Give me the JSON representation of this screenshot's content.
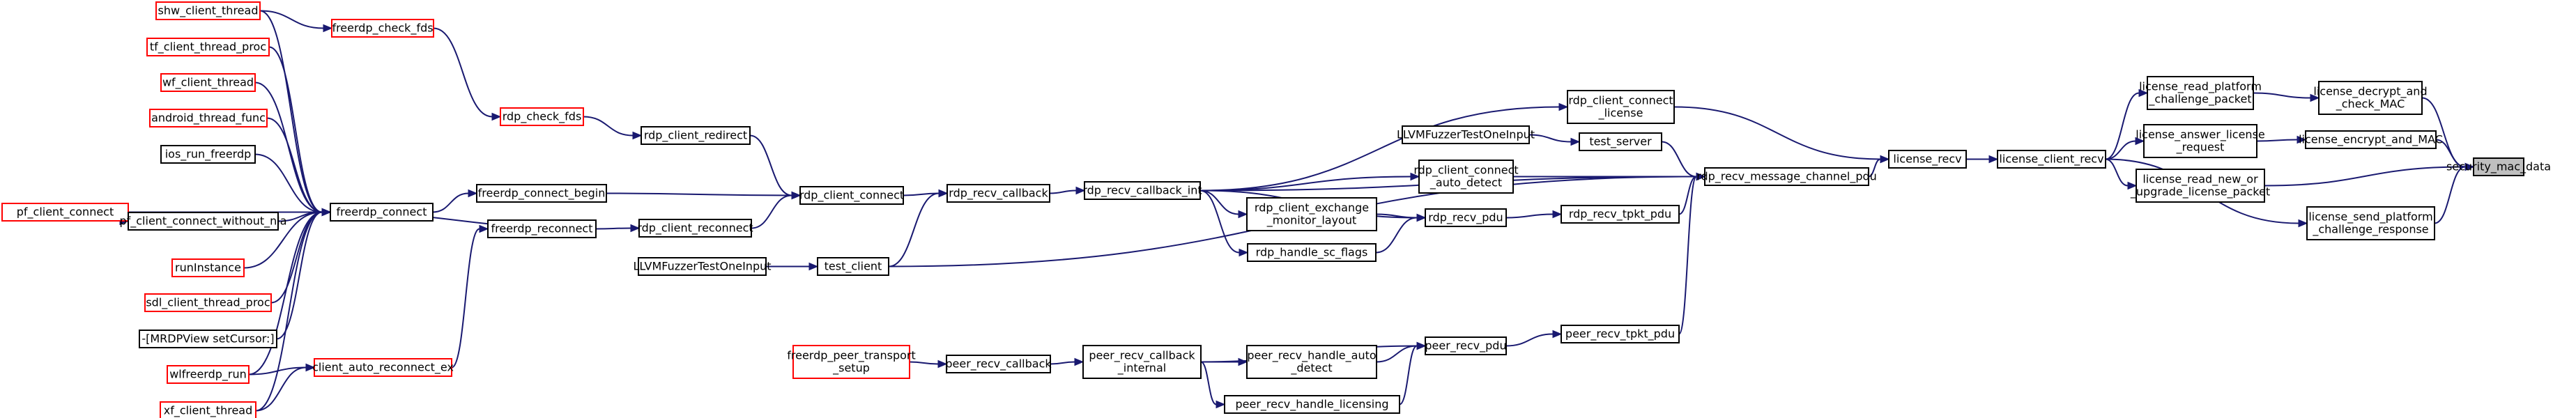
{
  "title": "",
  "colors": {
    "edge": "#191970",
    "node_border": "#000000",
    "truncated_border": "#ff0000",
    "target_fill": "#bfbfbf"
  },
  "nodes": [
    {
      "id": "security_mac_data",
      "label": [
        "security_mac_data"
      ],
      "style": "target"
    },
    {
      "id": "license_decrypt_and_check_MAC",
      "label": [
        "license_decrypt_and",
        "_check_MAC"
      ],
      "style": "normal"
    },
    {
      "id": "license_encrypt_and_MAC",
      "label": [
        "license_encrypt_and_MAC"
      ],
      "style": "normal"
    },
    {
      "id": "license_read_new_or_upgrade",
      "label": [
        "license_read_new_or",
        "_upgrade_license_packet"
      ],
      "style": "normal"
    },
    {
      "id": "license_send_platform",
      "label": [
        "license_send_platform",
        "_challenge_response"
      ],
      "style": "normal"
    },
    {
      "id": "license_read_platform",
      "label": [
        "license_read_platform",
        "_challenge_packet"
      ],
      "style": "normal"
    },
    {
      "id": "license_answer",
      "label": [
        "license_answer_license",
        "_request"
      ],
      "style": "normal"
    },
    {
      "id": "license_client_recv",
      "label": [
        "license_client_recv"
      ],
      "style": "normal"
    },
    {
      "id": "license_recv",
      "label": [
        "license_recv"
      ],
      "style": "normal"
    },
    {
      "id": "rdp_recv_message_channel_pdu",
      "label": [
        "rdp_recv_message_channel_pdu"
      ],
      "style": "normal"
    },
    {
      "id": "rdp_client_connect_license",
      "label": [
        "rdp_client_connect",
        "_license"
      ],
      "style": "normal"
    },
    {
      "id": "test_server",
      "label": [
        "test_server"
      ],
      "style": "normal"
    },
    {
      "id": "llvm_fuzzer_1",
      "label": [
        "LLVMFuzzerTestOneInput"
      ],
      "style": "normal"
    },
    {
      "id": "rdp_client_connect_auto_detect",
      "label": [
        "rdp_client_connect",
        "_auto_detect"
      ],
      "style": "normal"
    },
    {
      "id": "rdp_recv_tpkt_pdu",
      "label": [
        "rdp_recv_tpkt_pdu"
      ],
      "style": "normal"
    },
    {
      "id": "rdp_recv_pdu",
      "label": [
        "rdp_recv_pdu"
      ],
      "style": "normal"
    },
    {
      "id": "rdp_client_exchange",
      "label": [
        "rdp_client_exchange",
        "_monitor_layout"
      ],
      "style": "normal"
    },
    {
      "id": "rdp_handle_sc_flags",
      "label": [
        "rdp_handle_sc_flags"
      ],
      "style": "normal"
    },
    {
      "id": "rdp_recv_callback_int",
      "label": [
        "rdp_recv_callback_int"
      ],
      "style": "normal"
    },
    {
      "id": "rdp_recv_callback",
      "label": [
        "rdp_recv_callback"
      ],
      "style": "normal"
    },
    {
      "id": "rdp_client_connect",
      "label": [
        "rdp_client_connect"
      ],
      "style": "normal"
    },
    {
      "id": "rdp_client_redirect",
      "label": [
        "rdp_client_redirect"
      ],
      "style": "normal"
    },
    {
      "id": "rdp_client_reconnect",
      "label": [
        "rdp_client_reconnect"
      ],
      "style": "normal"
    },
    {
      "id": "rdp_check_fds",
      "label": [
        "rdp_check_fds"
      ],
      "style": "red"
    },
    {
      "id": "freerdp_check_fds",
      "label": [
        "freerdp_check_fds"
      ],
      "style": "red"
    },
    {
      "id": "freerdp_connect_begin",
      "label": [
        "freerdp_connect_begin"
      ],
      "style": "normal"
    },
    {
      "id": "freerdp_reconnect",
      "label": [
        "freerdp_reconnect"
      ],
      "style": "normal"
    },
    {
      "id": "freerdp_connect",
      "label": [
        "freerdp_connect"
      ],
      "style": "normal"
    },
    {
      "id": "client_auto_reconnect_ex",
      "label": [
        "client_auto_reconnect_ex"
      ],
      "style": "red"
    },
    {
      "id": "test_client",
      "label": [
        "test_client"
      ],
      "style": "normal"
    },
    {
      "id": "llvm_fuzzer_2",
      "label": [
        "LLVMFuzzerTestOneInput"
      ],
      "style": "normal"
    },
    {
      "id": "peer_recv_tpkt_pdu",
      "label": [
        "peer_recv_tpkt_pdu"
      ],
      "style": "normal"
    },
    {
      "id": "peer_recv_pdu",
      "label": [
        "peer_recv_pdu"
      ],
      "style": "normal"
    },
    {
      "id": "peer_recv_handle_auto_detect",
      "label": [
        "peer_recv_handle_auto",
        "_detect"
      ],
      "style": "normal"
    },
    {
      "id": "peer_recv_handle_licensing",
      "label": [
        "peer_recv_handle_licensing"
      ],
      "style": "normal"
    },
    {
      "id": "peer_recv_callback_internal",
      "label": [
        "peer_recv_callback",
        "_internal"
      ],
      "style": "normal"
    },
    {
      "id": "peer_recv_callback",
      "label": [
        "peer_recv_callback"
      ],
      "style": "normal"
    },
    {
      "id": "freerdp_peer_transport_setup",
      "label": [
        "freerdp_peer_transport",
        "_setup"
      ],
      "style": "red"
    },
    {
      "id": "shw_client_thread",
      "label": [
        "shw_client_thread"
      ],
      "style": "red"
    },
    {
      "id": "tf_client_thread_proc",
      "label": [
        "tf_client_thread_proc"
      ],
      "style": "red"
    },
    {
      "id": "wf_client_thread",
      "label": [
        "wf_client_thread"
      ],
      "style": "red"
    },
    {
      "id": "android_thread_func",
      "label": [
        "android_thread_func"
      ],
      "style": "red"
    },
    {
      "id": "ios_run_freerdp",
      "label": [
        "ios_run_freerdp"
      ],
      "style": "normal"
    },
    {
      "id": "pf_client_connect",
      "label": [
        "pf_client_connect"
      ],
      "style": "red"
    },
    {
      "id": "pf_client_connect_without_nla",
      "label": [
        "pf_client_connect_without_nla"
      ],
      "style": "normal"
    },
    {
      "id": "runInstance",
      "label": [
        "runInstance"
      ],
      "style": "red"
    },
    {
      "id": "sdl_client_thread_proc",
      "label": [
        "sdl_client_thread_proc"
      ],
      "style": "red"
    },
    {
      "id": "mrdpview_setcursor",
      "label": [
        "-[MRDPView setCursor:]"
      ],
      "style": "normal"
    },
    {
      "id": "wlfreerdp_run",
      "label": [
        "wlfreerdp_run"
      ],
      "style": "red"
    },
    {
      "id": "xf_client_thread",
      "label": [
        "xf_client_thread"
      ],
      "style": "red"
    }
  ],
  "edges": [
    [
      "license_decrypt_and_check_MAC",
      "security_mac_data"
    ],
    [
      "license_encrypt_and_MAC",
      "security_mac_data"
    ],
    [
      "license_read_new_or_upgrade",
      "security_mac_data"
    ],
    [
      "license_send_platform",
      "security_mac_data"
    ],
    [
      "license_read_platform",
      "license_decrypt_and_check_MAC"
    ],
    [
      "license_answer",
      "license_encrypt_and_MAC"
    ],
    [
      "license_client_recv",
      "license_read_platform"
    ],
    [
      "license_client_recv",
      "license_answer"
    ],
    [
      "license_client_recv",
      "license_read_new_or_upgrade"
    ],
    [
      "license_client_recv",
      "license_send_platform"
    ],
    [
      "license_recv",
      "license_client_recv"
    ],
    [
      "rdp_client_connect_license",
      "license_recv"
    ],
    [
      "rdp_recv_message_channel_pdu",
      "license_recv"
    ],
    [
      "test_server",
      "rdp_recv_message_channel_pdu"
    ],
    [
      "llvm_fuzzer_1",
      "test_server"
    ],
    [
      "rdp_client_connect_auto_detect",
      "rdp_recv_message_channel_pdu"
    ],
    [
      "rdp_recv_tpkt_pdu",
      "rdp_recv_message_channel_pdu"
    ],
    [
      "rdp_recv_callback_int",
      "rdp_recv_message_channel_pdu"
    ],
    [
      "test_client",
      "rdp_recv_message_channel_pdu"
    ],
    [
      "peer_recv_tpkt_pdu",
      "rdp_recv_message_channel_pdu"
    ],
    [
      "rdp_recv_pdu",
      "rdp_recv_tpkt_pdu"
    ],
    [
      "rdp_client_exchange",
      "rdp_recv_pdu"
    ],
    [
      "rdp_handle_sc_flags",
      "rdp_recv_pdu"
    ],
    [
      "rdp_recv_callback_int",
      "rdp_client_connect_license"
    ],
    [
      "rdp_recv_callback_int",
      "rdp_client_connect_auto_detect"
    ],
    [
      "rdp_recv_callback_int",
      "rdp_client_exchange"
    ],
    [
      "rdp_recv_callback_int",
      "rdp_recv_pdu"
    ],
    [
      "rdp_recv_callback_int",
      "rdp_handle_sc_flags"
    ],
    [
      "rdp_recv_callback",
      "rdp_recv_callback_int"
    ],
    [
      "rdp_client_connect",
      "rdp_recv_callback"
    ],
    [
      "test_client",
      "rdp_recv_callback"
    ],
    [
      "rdp_client_redirect",
      "rdp_client_connect"
    ],
    [
      "rdp_client_reconnect",
      "rdp_client_connect"
    ],
    [
      "freerdp_connect_begin",
      "rdp_client_connect"
    ],
    [
      "rdp_check_fds",
      "rdp_client_redirect"
    ],
    [
      "freerdp_check_fds",
      "rdp_check_fds"
    ],
    [
      "freerdp_reconnect",
      "rdp_client_reconnect"
    ],
    [
      "freerdp_connect",
      "freerdp_connect_begin"
    ],
    [
      "client_auto_reconnect_ex",
      "freerdp_reconnect"
    ],
    [
      "freerdp_reconnect",
      "freerdp_connect"
    ],
    [
      "shw_client_thread",
      "freerdp_check_fds"
    ],
    [
      "shw_client_thread",
      "freerdp_connect"
    ],
    [
      "tf_client_thread_proc",
      "freerdp_connect"
    ],
    [
      "wf_client_thread",
      "freerdp_connect"
    ],
    [
      "android_thread_func",
      "freerdp_connect"
    ],
    [
      "ios_run_freerdp",
      "freerdp_connect"
    ],
    [
      "pf_client_connect",
      "freerdp_connect"
    ],
    [
      "pf_client_connect_without_nla",
      "freerdp_connect"
    ],
    [
      "runInstance",
      "freerdp_connect"
    ],
    [
      "sdl_client_thread_proc",
      "freerdp_connect"
    ],
    [
      "mrdpview_setcursor",
      "freerdp_connect"
    ],
    [
      "wlfreerdp_run",
      "freerdp_connect"
    ],
    [
      "xf_client_thread",
      "freerdp_connect"
    ],
    [
      "wlfreerdp_run",
      "client_auto_reconnect_ex"
    ],
    [
      "xf_client_thread",
      "client_auto_reconnect_ex"
    ],
    [
      "pf_client_connect",
      "pf_client_connect_without_nla"
    ],
    [
      "llvm_fuzzer_2",
      "test_client"
    ],
    [
      "peer_recv_pdu",
      "peer_recv_tpkt_pdu"
    ],
    [
      "peer_recv_handle_auto_detect",
      "peer_recv_pdu"
    ],
    [
      "peer_recv_handle_licensing",
      "peer_recv_pdu"
    ],
    [
      "peer_recv_callback_internal",
      "peer_recv_pdu"
    ],
    [
      "peer_recv_callback_internal",
      "peer_recv_handle_auto_detect"
    ],
    [
      "peer_recv_callback_internal",
      "peer_recv_handle_licensing"
    ],
    [
      "peer_recv_callback",
      "peer_recv_callback_internal"
    ],
    [
      "freerdp_peer_transport_setup",
      "peer_recv_callback"
    ]
  ]
}
